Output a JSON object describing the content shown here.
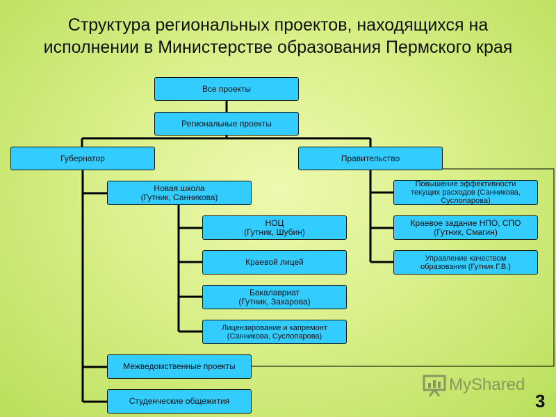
{
  "title": {
    "line1": "Структура региональных проектов, находящихся на",
    "line2": "исполнении в Министерстве образования Пермского края"
  },
  "nodes": {
    "all_projects": "Все проекты",
    "regional_projects": "Региональные проекты",
    "governor": "Губернатор",
    "government": "Правительство",
    "new_school": {
      "line1": "Новая школа",
      "line2": "(Гутник, Санникова)"
    },
    "noc": {
      "line1": "НОЦ",
      "line2": "(Гутник, Шубин)"
    },
    "lyceum": "Краевой лицей",
    "bachelor": {
      "line1": "Бакалавриат",
      "line2": "(Гутник, Захарова)"
    },
    "licensing": {
      "line1": "Лицензирование и капремонт",
      "line2": "(Санникова, Суслопарова)"
    },
    "interagency": "Межведомственные проекты",
    "dorms": "Студенческие общежития",
    "efficiency": {
      "line1": "Повышение эффективности",
      "line2": "текущих расходов (Санникова,",
      "line3": "Суслопарова)"
    },
    "npo_spo": {
      "line1": "Краевое задание НПО, СПО",
      "line2": "(Гутник, Смагин)"
    },
    "quality": {
      "line1": "Управление качеством",
      "line2": "образования (Гутник Г.В.)"
    }
  },
  "watermark": "MyShared",
  "page_number": "3",
  "colors": {
    "box_fill": "#33ccff",
    "background": "#d9f08a",
    "line": "#000000"
  }
}
